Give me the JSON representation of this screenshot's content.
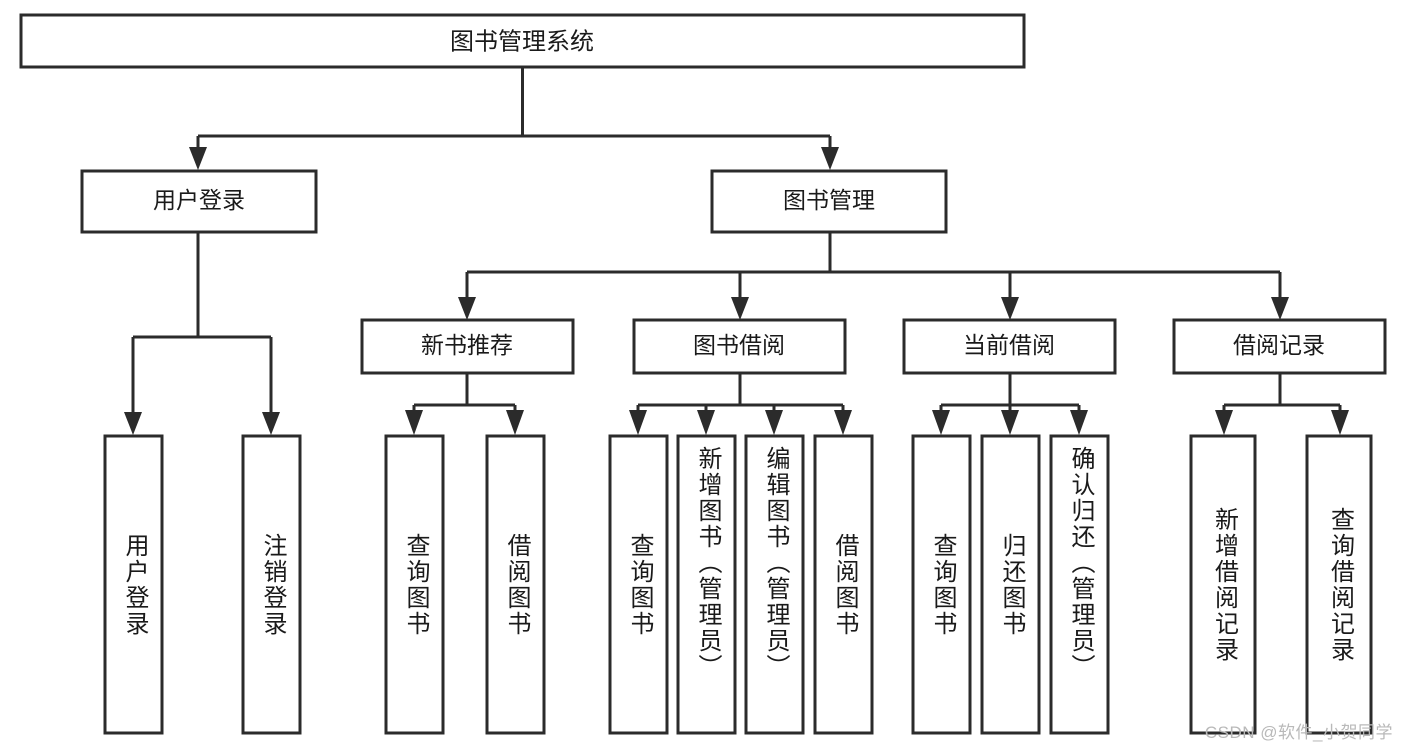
{
  "diagram": {
    "title": "图书管理系统",
    "type": "tree",
    "orientation": "top-down",
    "colors": {
      "box_stroke": "#2b2b2b",
      "box_fill": "#ffffff",
      "text": "#1a1a1a",
      "connector": "#2b2b2b",
      "watermark": "#b9b9b9",
      "background": "#ffffff"
    },
    "root": {
      "label": "图书管理系统"
    },
    "level2": [
      {
        "label": "用户登录"
      },
      {
        "label": "图书管理"
      }
    ],
    "level3": [
      {
        "label": "新书推荐"
      },
      {
        "label": "图书借阅"
      },
      {
        "label": "当前借阅"
      },
      {
        "label": "借阅记录"
      }
    ],
    "leaves": {
      "user_login": [
        {
          "label": "用户登录"
        },
        {
          "label": "注销登录"
        }
      ],
      "new_book_recommend": [
        {
          "label": "查询图书"
        },
        {
          "label": "借阅图书"
        }
      ],
      "book_borrow": [
        {
          "label": "查询图书"
        },
        {
          "label": "新增图书（管理员）"
        },
        {
          "label": "编辑图书（管理员）"
        },
        {
          "label": "借阅图书"
        }
      ],
      "current_borrow": [
        {
          "label": "查询图书"
        },
        {
          "label": "归还图书"
        },
        {
          "label": "确认归还（管理员）"
        }
      ],
      "borrow_record": [
        {
          "label": "新增借阅记录"
        },
        {
          "label": "查询借阅记录"
        }
      ]
    }
  },
  "watermark": {
    "text": "CSDN @软件_小贺同学"
  }
}
